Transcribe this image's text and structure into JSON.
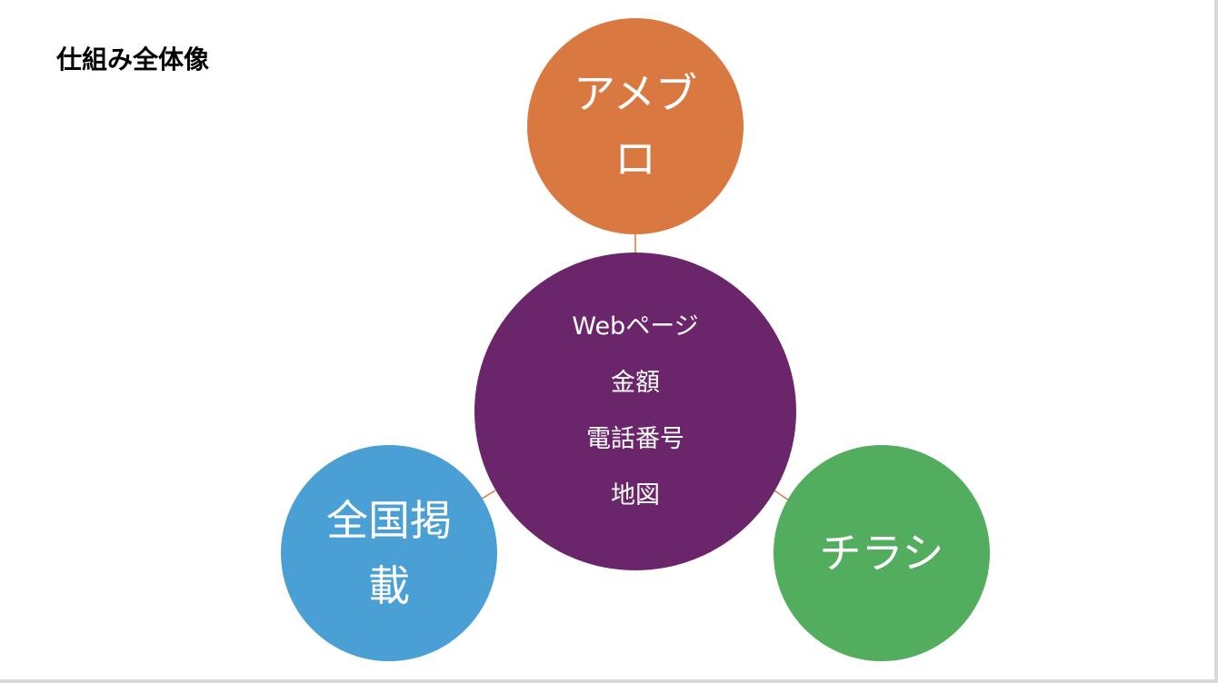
{
  "title": "仕組み全体像",
  "center": {
    "lines": [
      "Webページ",
      "金額",
      "電話番号",
      "地図"
    ],
    "color": "#6b256a"
  },
  "satellites": {
    "top": {
      "label": "アメブロ",
      "color": "#d97941"
    },
    "left": {
      "label": "全国掲載",
      "color": "#4a9fd4"
    },
    "right": {
      "label": "チラシ",
      "color": "#52ad5e"
    }
  },
  "connector_color": "#d97941"
}
